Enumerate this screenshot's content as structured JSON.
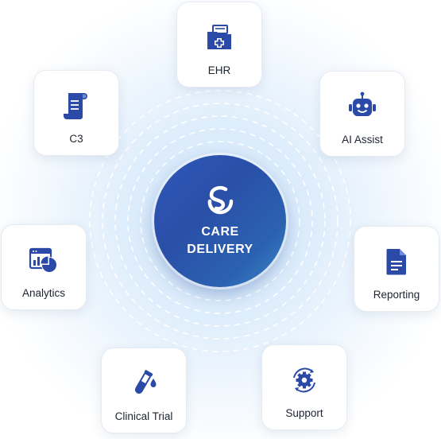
{
  "hub": {
    "line1": "CARE",
    "line2": "DELIVERY",
    "logo_icon": "swirl-logo-icon"
  },
  "colors": {
    "accent": "#2b4aa8",
    "hub_gradient_start": "#2f57b8",
    "hub_gradient_end": "#3a86c8",
    "glow": "#dcecfb"
  },
  "modules": [
    {
      "label": "EHR",
      "icon": "medical-folder-icon"
    },
    {
      "label": "AI Assist",
      "icon": "robot-icon"
    },
    {
      "label": "Reporting",
      "icon": "document-icon"
    },
    {
      "label": "Support",
      "icon": "gear-sync-icon"
    },
    {
      "label": "Clinical Trial",
      "icon": "test-tube-icon"
    },
    {
      "label": "Analytics",
      "icon": "chart-window-icon"
    },
    {
      "label": "C3",
      "icon": "scroll-icon"
    }
  ]
}
